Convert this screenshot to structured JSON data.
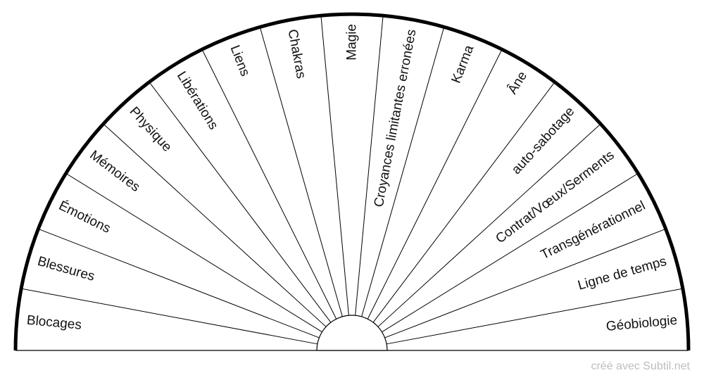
{
  "sectors": [
    "Blocages",
    "Blessures",
    "Émotions",
    "Mémoires",
    "Physique",
    "Libérations",
    "Liens",
    "Chakras",
    "Magie",
    "Croyances limitantes erronées",
    "Karma",
    "Âne",
    "auto-sabotage",
    "Contrat/Vœux/Serments",
    "Transgénérationnel",
    "Ligne de temps",
    "Géobiologie"
  ],
  "credit": "créé avec Subtil.net",
  "colors": {
    "line": "#000000",
    "text": "#111111",
    "credit": "#bdbdbd"
  }
}
